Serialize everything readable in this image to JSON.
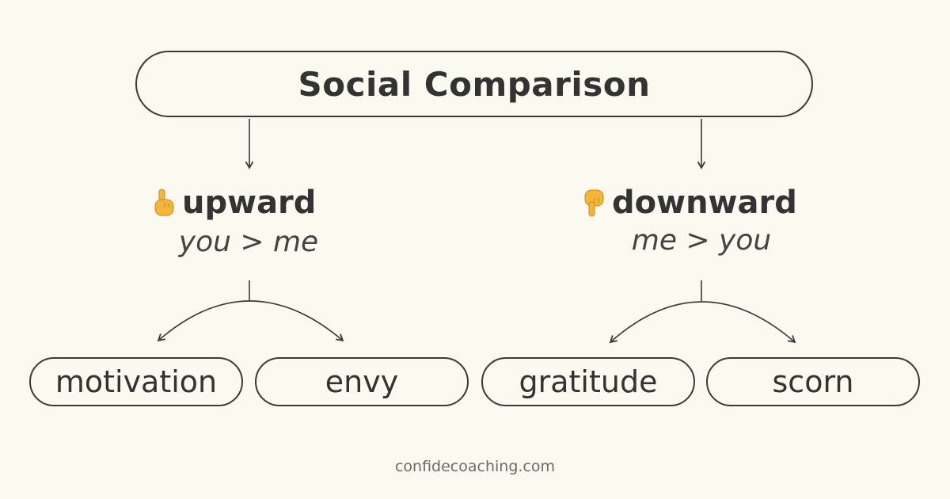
{
  "title": "Social Comparison",
  "branches": [
    {
      "icon": "pointing-up-hand-icon",
      "label": "upward",
      "relation": "you > me",
      "outcomes": [
        "motivation",
        "envy"
      ]
    },
    {
      "icon": "pointing-down-hand-icon",
      "label": "downward",
      "relation": "me > you",
      "outcomes": [
        "gratitude",
        "scorn"
      ]
    }
  ],
  "footer": "confidecoaching.com",
  "colors": {
    "background": "#fcf9f1",
    "stroke": "#3a3a3a",
    "text": "#333333",
    "hand": "#f4b63a"
  }
}
